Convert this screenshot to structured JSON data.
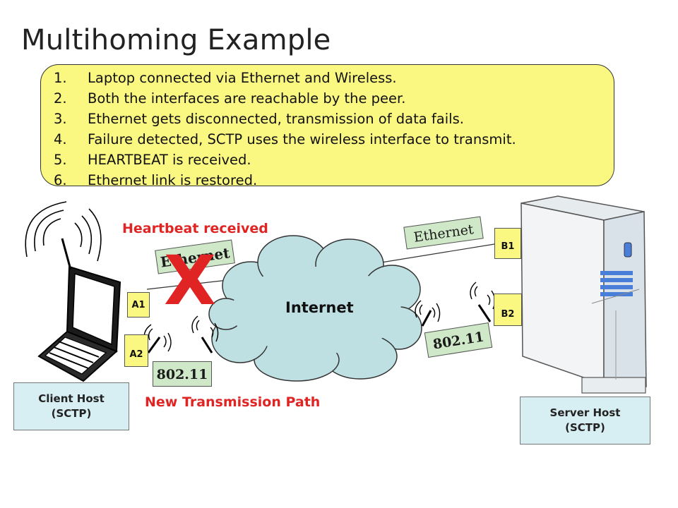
{
  "title": "Multihoming Example",
  "steps": [
    {
      "num": "1.",
      "text": "Laptop connected via Ethernet and Wireless."
    },
    {
      "num": "2.",
      "text": "Both the interfaces are reachable by the peer."
    },
    {
      "num": "3.",
      "text": "Ethernet gets disconnected, transmission of data fails."
    },
    {
      "num": "4.",
      "text": "Failure detected, SCTP uses the wireless interface to transmit."
    },
    {
      "num": "5.",
      "text": "HEARTBEAT is received."
    },
    {
      "num": "6.",
      "text": "Ethernet link is restored."
    }
  ],
  "diagram": {
    "client_host": [
      "Client Host",
      "(SCTP)"
    ],
    "server_host": [
      "Server Host",
      "(SCTP)"
    ],
    "ports": {
      "a1": "A1",
      "a2": "A2",
      "b1": "B1",
      "b2": "B2"
    },
    "internet": "Internet",
    "heartbeat": "Heartbeat received",
    "new_path": "New Transmission Path",
    "ethernet_left": "Ethernet",
    "ethernet_right": "Ethernet",
    "wireless_left": "802.11",
    "wireless_right": "802.11",
    "failure_mark": "X"
  },
  "colors": {
    "steps_fill": "#fbf882",
    "host_box_fill": "#d7eef2",
    "tag_fill": "#cfe9c8",
    "cloud_fill": "#bfe0e3",
    "alert_red": "#e02424"
  }
}
